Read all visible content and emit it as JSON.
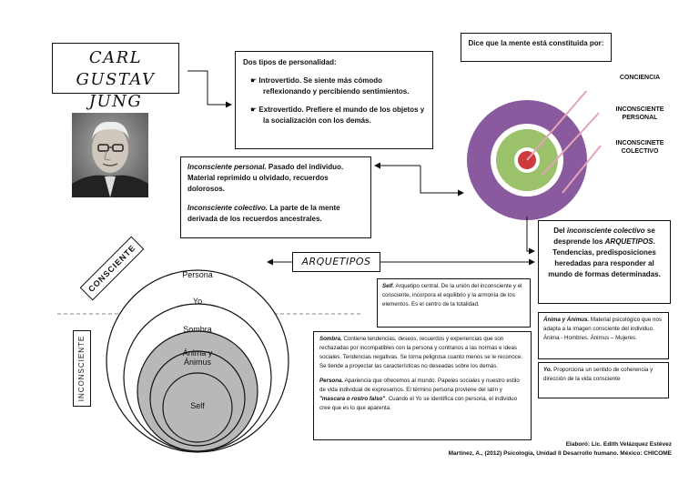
{
  "title": {
    "line1": "CARL GUSTAV",
    "line2": "JUNG"
  },
  "personality": {
    "heading": "Dos tipos de personalidad:",
    "intro_term": "Introvertido.",
    "intro_text": " Se siente más cómodo reflexionando y percibiendo sentimientos.",
    "extro_term": "Extrovertido.",
    "extro_text": " Prefiere el mundo de los objetos y la socialización con los demás."
  },
  "mind": {
    "caption": "Dice que la mente está constituida por:"
  },
  "layers": {
    "conciencia": "CONCIENCIA",
    "personal": "INCONSCIENTE PERSONAL",
    "colectivo": "INCONSCINETE COLECTIVO",
    "colors": {
      "outer": "#8a5a9e",
      "middle": "#9bc16a",
      "inner": "#cc3c3c"
    }
  },
  "unconscious": {
    "personal_term": "Inconsciente personal.",
    "personal_text": " Pasado del individuo. Material reprimido u olvidado, recuerdos dolorosos.",
    "colectivo_term": "Inconsciente colectivo.",
    "colectivo_text": " La parte de la mente derivada de los recuerdos ancestrales."
  },
  "archetypes": {
    "label": "ARQUETIPOS",
    "desc_pre": "Del ",
    "desc_term": "inconsciente colectivo",
    "desc_mid": " se desprende los ",
    "desc_term2": "ARQUETIPOS",
    "desc_post": ". Tendencias, predisposiciones heredadas para responder al mundo de formas determinadas."
  },
  "zones": {
    "consciente": "CONSCIENTE",
    "inconsciente": "INCONSCIENTE"
  },
  "circles": {
    "persona": "Persona",
    "yo": "Yo",
    "sombra": "Sombra",
    "anima": "Ánima y Ánimus",
    "self": "Self"
  },
  "definitions": {
    "self_term": "Self.",
    "self_text": " Arquetipo central. De la unión del inconsciente y el consciente, incorpora el equilibrio y la armonía de los elementos. Es el centro de la totalidad.",
    "sombra_term": "Sombra.",
    "sombra_text": " Contiene tendencias, deseos, recuerdos y experiencias que son rechazadas por incompatibles con la persona y contrarios a las normas e ideas sociales. Tendencias negativas. Se torna peligrosa cuanto menos se le reconoce. Se tiende a proyectar las características no deseadas sobre los demás.",
    "persona_term": "Persona.",
    "persona_text1": " Apariencia que ofrecemos al mundo. Papeles sociales y nuestro estilo de vida individual de expresarnos. El término persona proviene del latín y ",
    "persona_quote": "\"mascara o rostro falso\"",
    "persona_text2": ". Cuando el Yo se identifica con persona, el individuo cree que es lo que aparenta.",
    "anima_term": "Ánima y Ánimus.",
    "anima_text": " Material psicológico que nos adapta a la imagen consciente del individuo. Ánima - Hombres. Ánimus – Mujeres.",
    "yo_term": "Yo.",
    "yo_text": " Proporciona un sentido de coherencia y dirección de la vida consciente"
  },
  "credits": {
    "line1": "Elaboró: Lic. Edith Velázquez Estévez",
    "line2": "Martínez, A., (2012) Psicología, Unidad II Desarrollo humano. México: CHICOME"
  }
}
